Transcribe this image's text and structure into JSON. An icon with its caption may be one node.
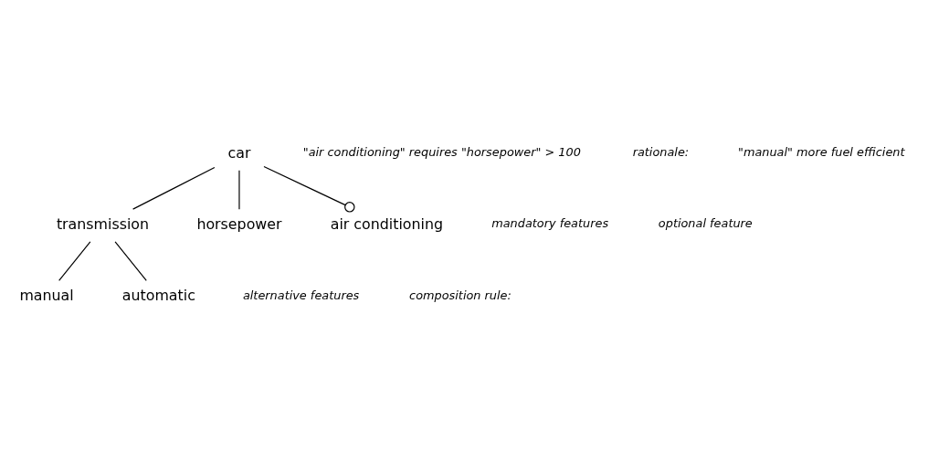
{
  "diagram": {
    "nodes": [
      {
        "text": [
          "car"
        ]
      },
      {
        "text": [
          "transmission"
        ]
      },
      {
        "text": [
          "horsepower"
        ]
      },
      {
        "text": [
          "air conditioning"
        ]
      },
      {
        "text": [
          "manual"
        ]
      },
      {
        "text": [
          "automatic"
        ]
      }
    ],
    "edges": [
      {
        "from": 0,
        "to": 1,
        "arrow": "none"
      },
      {
        "from": 0,
        "to": 2,
        "arrow": "none"
      },
      {
        "from": 0,
        "to": 3,
        "arrow": "other"
      },
      {
        "from": 1,
        "to": 4,
        "arrow": "none"
      },
      {
        "from": 1,
        "to": 5,
        "arrow": "none"
      }
    ],
    "labels": [
      "mandatory features",
      "optional feature",
      "alternative features",
      "composition rule:",
      "\"air conditioning\" requires \"horsepower\" > 100",
      "rationale:",
      "\"manual\" more fuel efficient"
    ]
  }
}
